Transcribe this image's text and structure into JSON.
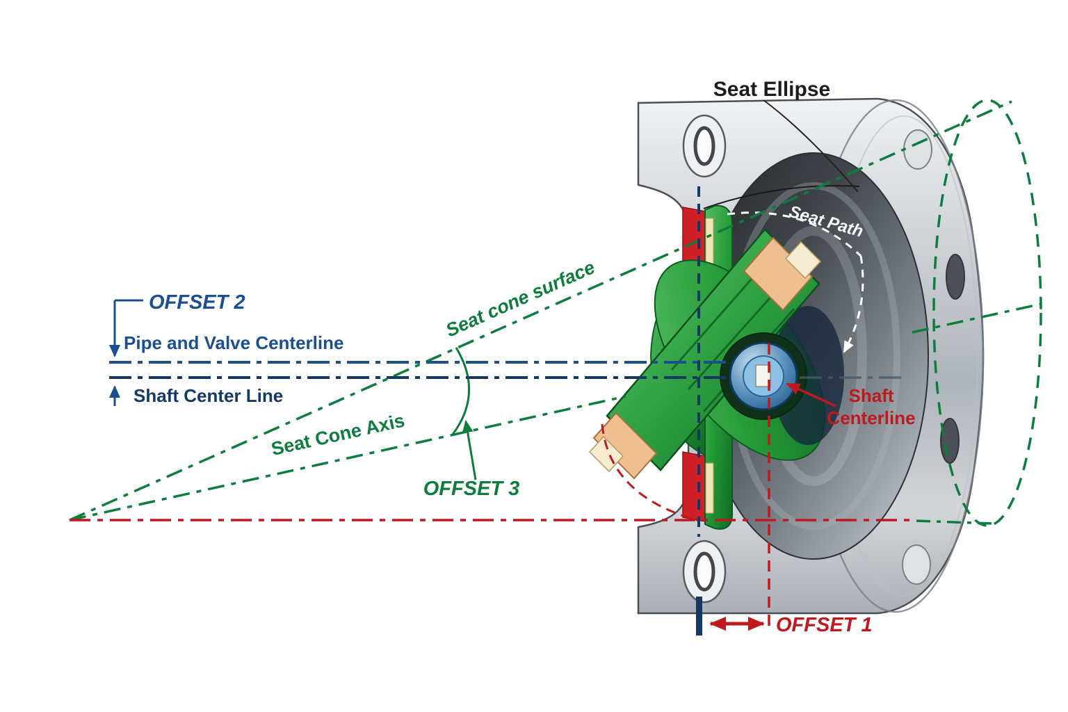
{
  "title": "Triple offset butterfly valve geometry diagram",
  "colors": {
    "blue": "#1b4f91",
    "navy": "#143a63",
    "green": "#0e7d3c",
    "red": "#c0181f",
    "dark": "#1c1c1c",
    "white": "#ffffff"
  },
  "labels": {
    "seat_ellipse": "Seat Ellipse",
    "seat_path": "Seat Path",
    "offset_2": "OFFSET 2",
    "pipe_valve_centerline": "Pipe and Valve Centerline",
    "shaft_center_line": "Shaft Center Line",
    "seat_cone_surface": "Seat cone surface",
    "seat_cone_axis": "Seat Cone Axis",
    "offset_3": "OFFSET 3",
    "shaft_word": "Shaft",
    "centerline_word": "Centerline",
    "offset_1": "OFFSET 1"
  }
}
